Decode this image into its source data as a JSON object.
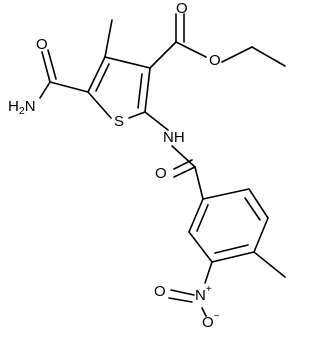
{
  "atom_labels": {
    "amide_oxygen": "O",
    "amide_nitrogen_h": "H",
    "amide_nitrogen_sub": "2",
    "amide_nitrogen_n": "N",
    "ester_carbonyl_oxygen": "O",
    "ester_oxygen": "O",
    "thiophene_sulfur": "S",
    "nh_label": "NH",
    "benzamide_oxygen": "O",
    "nitro_nitrogen": "N",
    "nitro_nitrogen_charge": "+",
    "nitro_oxygen_double": "O",
    "nitro_oxygen_single": "O",
    "nitro_oxygen_charge": "−"
  },
  "colors": {
    "bond": "#000000",
    "label": "#000000",
    "background": "#ffffff"
  }
}
